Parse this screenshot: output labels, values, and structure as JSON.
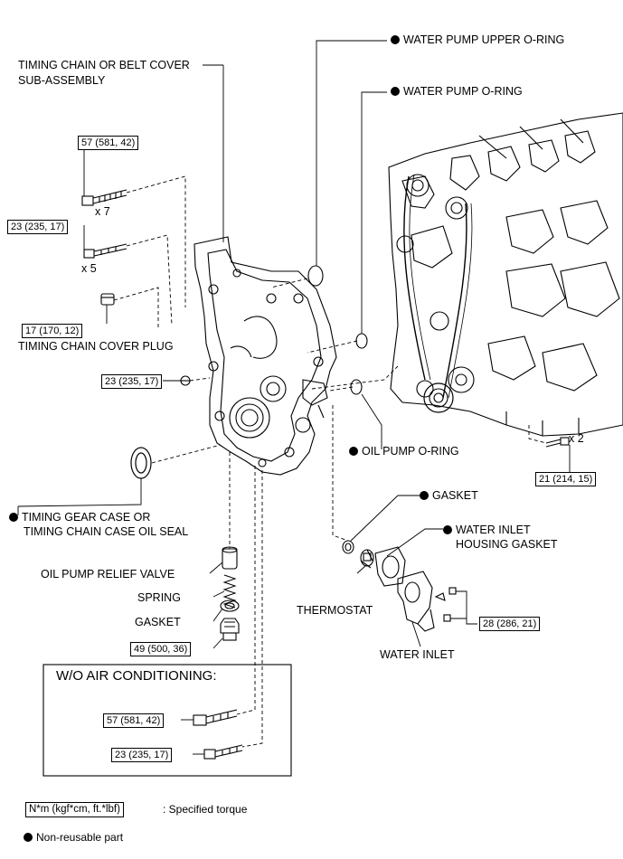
{
  "labels": {
    "water_pump_upper_oring": "WATER PUMP UPPER O-RING",
    "water_pump_oring": "WATER PUMP O-RING",
    "timing_chain_cover_line1": "TIMING CHAIN OR BELT COVER",
    "timing_chain_cover_line2": "SUB-ASSEMBLY",
    "timing_chain_cover_plug": "TIMING CHAIN COVER PLUG",
    "oil_pump_oring": "OIL PUMP O-RING",
    "timing_gear_seal_line1": "TIMING GEAR CASE OR",
    "timing_gear_seal_line2": "TIMING CHAIN CASE OIL SEAL",
    "gasket_thermostat": "GASKET",
    "water_inlet_gasket_line1": "WATER INLET",
    "water_inlet_gasket_line2": "HOUSING GASKET",
    "oil_pump_relief_valve": "OIL PUMP RELIEF VALVE",
    "spring": "SPRING",
    "gasket_plug": "GASKET",
    "thermostat": "THERMOSTAT",
    "water_inlet": "WATER INLET"
  },
  "torques": {
    "t1": "57 (581, 42)",
    "t2": "23 (235, 17)",
    "t3": "17 (170, 12)",
    "t4": "23 (235, 17)",
    "t5": "21 (214, 15)",
    "t6": "28 (286, 21)",
    "t7": "49 (500, 36)",
    "t8": "57 (581, 42)",
    "t9": "23 (235, 17)"
  },
  "quantities": {
    "q1": "x 7",
    "q2": "x 5",
    "q3": "x 2"
  },
  "box_title": "W/O AIR CONDITIONING:",
  "legend": {
    "torque_box": "N*m (kgf*cm, ft.*lbf)",
    "torque_text": ": Specified torque",
    "nonreusable_text": "Non-reusable part"
  }
}
